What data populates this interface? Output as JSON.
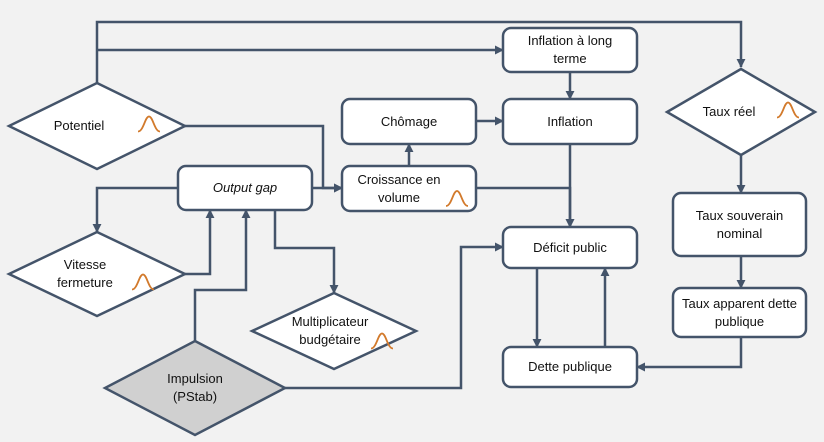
{
  "nodes": {
    "potentiel": {
      "lines": [
        "Potentiel"
      ],
      "shape": "diamond",
      "distribution": true
    },
    "inflation_lt": {
      "lines": [
        "Inflation à long",
        "terme"
      ],
      "shape": "box"
    },
    "taux_reel": {
      "lines": [
        "Taux réel"
      ],
      "shape": "diamond",
      "distribution": true
    },
    "chomage": {
      "lines": [
        "Chômage"
      ],
      "shape": "box"
    },
    "inflation": {
      "lines": [
        "Inflation"
      ],
      "shape": "box"
    },
    "output_gap": {
      "lines": [
        "Output gap"
      ],
      "shape": "box",
      "italic": true
    },
    "croissance": {
      "lines": [
        "Croissance en",
        "volume"
      ],
      "shape": "box",
      "distribution": true
    },
    "deficit": {
      "lines": [
        "Déficit public"
      ],
      "shape": "box"
    },
    "taux_souverain": {
      "lines": [
        "Taux souverain",
        "nominal"
      ],
      "shape": "box"
    },
    "vitesse": {
      "lines": [
        "Vitesse",
        "fermeture"
      ],
      "shape": "diamond",
      "distribution": true
    },
    "multiplicateur": {
      "lines": [
        "Multiplicateur",
        "budgétaire"
      ],
      "shape": "diamond",
      "distribution": true
    },
    "taux_apparent": {
      "lines": [
        "Taux apparent dette",
        "publique"
      ],
      "shape": "box"
    },
    "dette": {
      "lines": [
        "Dette publique"
      ],
      "shape": "box"
    },
    "impulsion": {
      "lines": [
        "Impulsion",
        "(PStab)"
      ],
      "shape": "diamond",
      "shaded": true
    }
  },
  "colors": {
    "background": "#f2f2f2",
    "node_fill": "#ffffff",
    "node_stroke": "#44546a",
    "shaded_fill": "#d0d0d0",
    "arrow": "#44546a",
    "distribution_curve": "#d27a2c"
  },
  "icon_names": {
    "distribution": "bell-curve-icon"
  }
}
